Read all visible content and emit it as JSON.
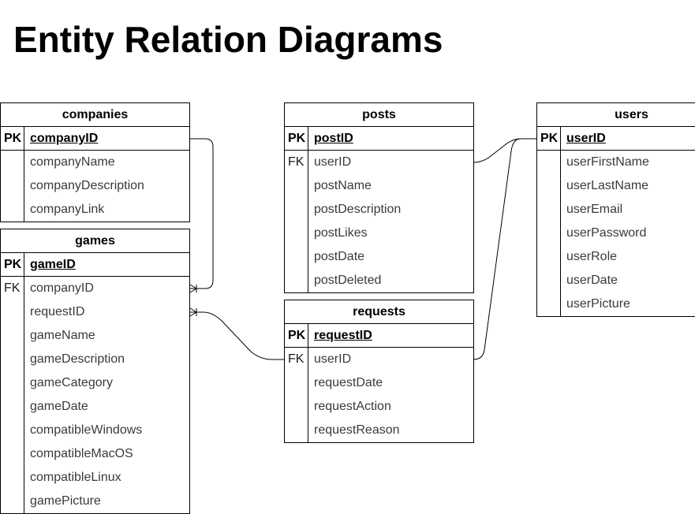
{
  "title": "Entity Relation Diagrams",
  "entities": {
    "companies": {
      "name": "companies",
      "fields": [
        {
          "key": "PK",
          "name": "companyID"
        },
        {
          "key": "",
          "name": "companyName"
        },
        {
          "key": "",
          "name": "companyDescription"
        },
        {
          "key": "",
          "name": "companyLink"
        }
      ]
    },
    "games": {
      "name": "games",
      "fields": [
        {
          "key": "PK",
          "name": "gameID"
        },
        {
          "key": "FK",
          "name": "companyID"
        },
        {
          "key": "",
          "name": "requestID"
        },
        {
          "key": "",
          "name": "gameName"
        },
        {
          "key": "",
          "name": "gameDescription"
        },
        {
          "key": "",
          "name": "gameCategory"
        },
        {
          "key": "",
          "name": "gameDate"
        },
        {
          "key": "",
          "name": "compatibleWindows"
        },
        {
          "key": "",
          "name": "compatibleMacOS"
        },
        {
          "key": "",
          "name": "compatibleLinux"
        },
        {
          "key": "",
          "name": "gamePicture"
        }
      ]
    },
    "posts": {
      "name": "posts",
      "fields": [
        {
          "key": "PK",
          "name": "postID"
        },
        {
          "key": "FK",
          "name": "userID"
        },
        {
          "key": "",
          "name": "postName"
        },
        {
          "key": "",
          "name": "postDescription"
        },
        {
          "key": "",
          "name": "postLikes"
        },
        {
          "key": "",
          "name": "postDate"
        },
        {
          "key": "",
          "name": "postDeleted"
        }
      ]
    },
    "requests": {
      "name": "requests",
      "fields": [
        {
          "key": "PK",
          "name": "requestID"
        },
        {
          "key": "FK",
          "name": "userID"
        },
        {
          "key": "",
          "name": "requestDate"
        },
        {
          "key": "",
          "name": "requestAction"
        },
        {
          "key": "",
          "name": "requestReason"
        }
      ]
    },
    "users": {
      "name": "users",
      "fields": [
        {
          "key": "PK",
          "name": "userID"
        },
        {
          "key": "",
          "name": "userFirstName"
        },
        {
          "key": "",
          "name": "userLastName"
        },
        {
          "key": "",
          "name": "userEmail"
        },
        {
          "key": "",
          "name": "userPassword"
        },
        {
          "key": "",
          "name": "userRole"
        },
        {
          "key": "",
          "name": "userDate"
        },
        {
          "key": "",
          "name": "userPicture"
        }
      ]
    }
  },
  "relationships": [
    {
      "from": "companies.companyID",
      "to": "games.companyID",
      "cardinality": "one-to-many"
    },
    {
      "from": "requests.userID",
      "to": "games.requestID",
      "cardinality": "one-to-many"
    },
    {
      "from": "users.userID",
      "to": "posts.userID",
      "cardinality": "one-to-many"
    },
    {
      "from": "users.userID",
      "to": "requests.userID",
      "cardinality": "one-to-many"
    }
  ]
}
